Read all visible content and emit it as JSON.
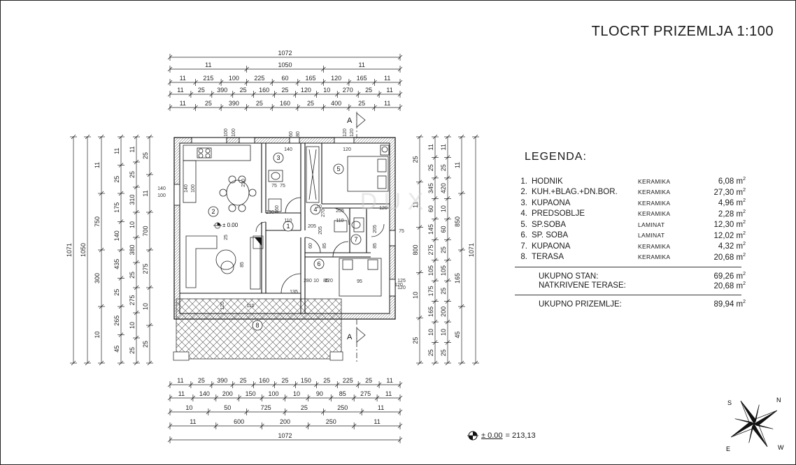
{
  "title": "TLOCRT PRIZEMLJA 1:100",
  "legend": {
    "heading": "LEGENDA:",
    "rooms": [
      {
        "num": "1.",
        "name": "HODNIK",
        "material": "KERAMIKA",
        "area": "6,08 m",
        "sup": "2"
      },
      {
        "num": "2.",
        "name": "KUH.+BLAG.+DN.BOR.",
        "material": "KERAMIKA",
        "area": "27,30 m",
        "sup": "2"
      },
      {
        "num": "3.",
        "name": "KUPAONA",
        "material": "KERAMIKA",
        "area": "4,96 m",
        "sup": "2"
      },
      {
        "num": "4.",
        "name": "PREDSOBLJE",
        "material": "KERAMIKA",
        "area": "2,28 m",
        "sup": "2"
      },
      {
        "num": "5.",
        "name": "SP.SOBA",
        "material": "LAMINAT",
        "area": "12,30 m",
        "sup": "2"
      },
      {
        "num": "6.",
        "name": "SP. SOBA",
        "material": "LAMINAT",
        "area": "12,02 m",
        "sup": "2"
      },
      {
        "num": "7.",
        "name": "KUPAONA",
        "material": "KERAMIKA",
        "area": "4,32 m",
        "sup": "2"
      },
      {
        "num": "8.",
        "name": "TERASA",
        "material": "KERAMIKA",
        "area": "20,68 m",
        "sup": "2"
      }
    ],
    "totals": [
      {
        "label": "UKUPNO STAN:",
        "value": "69,26 m",
        "sup": "2"
      },
      {
        "label": "NATKRIVENE TERASE:",
        "value": "20,68 m",
        "sup": "2"
      }
    ],
    "grand_total": {
      "label": "UKUPNO PRIZEMLJE:",
      "value": "89,94 m",
      "sup": "2"
    }
  },
  "level": {
    "mark": "± 0.00",
    "value": "= 213,13"
  },
  "room_numbers": [
    "1",
    "2",
    "3",
    "4",
    "5",
    "6",
    "7",
    "8"
  ],
  "floor_level_label": "± 0.00",
  "section_mark": "A",
  "compass_letters": [
    "S",
    "N",
    "E",
    "W"
  ],
  "dims": {
    "top_rows": [
      [
        "1072"
      ],
      [
        "11",
        "1050",
        "11"
      ],
      [
        "11",
        "215",
        "100",
        "225",
        "60",
        "165",
        "120",
        "165",
        "11"
      ],
      [
        "11",
        "25",
        "390",
        "25",
        "160",
        "25",
        "120",
        "10",
        "270",
        "25",
        "11"
      ],
      [
        "11",
        "25",
        "390",
        "25",
        "160",
        "25",
        "400",
        "25",
        "11"
      ]
    ],
    "bottom_rows": [
      [
        "11",
        "25",
        "390",
        "25",
        "160",
        "25",
        "150",
        "25",
        "225",
        "25",
        "11"
      ],
      [
        "11",
        "140",
        "200",
        "150",
        "100",
        "10",
        "90",
        "85",
        "275",
        "11"
      ],
      [
        "10",
        "50",
        "725",
        "25",
        "250",
        "11"
      ],
      [
        "11",
        "600",
        "200",
        "250",
        "11"
      ],
      [
        "1072"
      ]
    ],
    "left_cols": [
      [
        "1071"
      ],
      [
        "1050"
      ],
      [
        "11",
        "750",
        "300",
        "10"
      ],
      [
        "11",
        "25",
        "175",
        "140",
        "435",
        "25",
        "265",
        "45"
      ],
      [
        "11",
        "25",
        "310",
        "10",
        "380",
        "25",
        "275",
        "10",
        "25"
      ],
      [
        "25",
        "11",
        "700",
        "275",
        "10",
        "25"
      ]
    ],
    "right_cols": [
      [
        "25",
        "11",
        "800",
        "10",
        "25"
      ],
      [
        "11",
        "25",
        "345",
        "60",
        "145",
        "275",
        "105",
        "175",
        "165",
        "10",
        "25"
      ],
      [
        "11",
        "25",
        "420",
        "10",
        "60",
        "25",
        "105",
        "25",
        "200",
        "10",
        "25"
      ],
      [
        "11",
        "850",
        "165",
        "45"
      ],
      [
        "1071"
      ]
    ],
    "inner": [
      "100",
      "100",
      "60",
      "80",
      "120",
      "120",
      "140",
      "100",
      "140",
      "100",
      "140",
      "120",
      "120",
      "120",
      "230",
      "75",
      "75",
      "10",
      "110",
      "205",
      "110",
      "205",
      "205",
      "85",
      "75",
      "60",
      "85",
      "85",
      "95",
      "270",
      "280",
      "10",
      "85",
      "25",
      "110",
      "125",
      "120",
      "120",
      "120",
      "205",
      "160",
      "130",
      "135"
    ]
  }
}
